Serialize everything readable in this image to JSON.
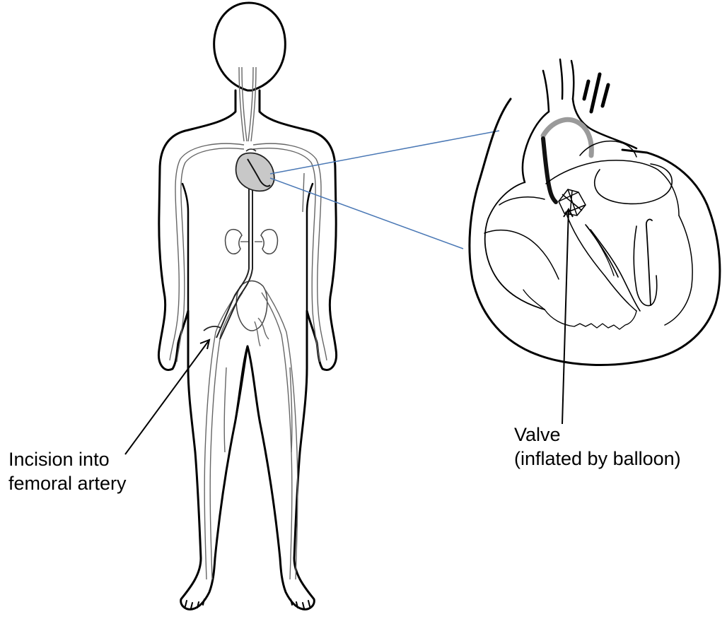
{
  "annotations": {
    "incision": {
      "line1": "Incision into",
      "line2": "femoral artery"
    },
    "valve": {
      "line1": "Valve",
      "line2": "(inflated by balloon)"
    }
  },
  "colors": {
    "outline": "#000000",
    "vessel": "#555555",
    "heart_fill": "#c8c8c8",
    "connector": "#4a78b5",
    "arch": "#9a9a9a"
  }
}
